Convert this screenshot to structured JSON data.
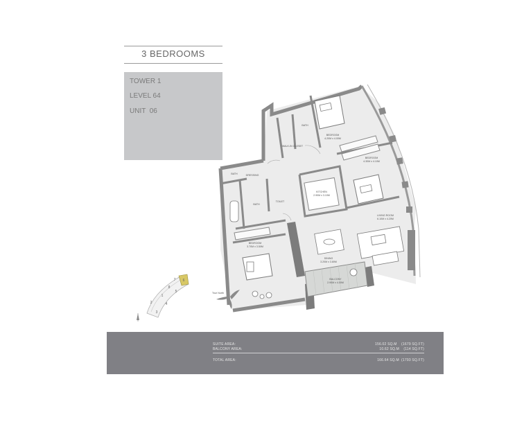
{
  "header": {
    "title": "3 BEDROOMS"
  },
  "unit_info": {
    "tower": "TOWER 1",
    "level": "LEVEL 64",
    "unit": "UNIT  06"
  },
  "floor_plan": {
    "rooms": [
      {
        "name": "BEDROOM",
        "dims": "4.20M x 4.00M"
      },
      {
        "name": "BEDROOM",
        "dims": "4.30M x 4.10M"
      },
      {
        "name": "BEDROOM",
        "dims": "3.70M x 3.50M"
      },
      {
        "name": "KITCHEN",
        "dims": "2.90M x 3.10M"
      },
      {
        "name": "LIVING ROOM",
        "dims": "6.10M x 4.20M"
      },
      {
        "name": "DINING",
        "dims": "3.20M x 3.80M"
      },
      {
        "name": "BALCONY",
        "dims": "2.90M x 4.00M"
      },
      {
        "name": "BATH"
      },
      {
        "name": "BATH"
      },
      {
        "name": "BATH"
      },
      {
        "name": "TOILET"
      },
      {
        "name": "DRESSING"
      },
      {
        "name": "WALK-IN CLOSET"
      }
    ],
    "north_label": "True North",
    "key_plan": {
      "units": [
        "1",
        "2",
        "3",
        "4",
        "5",
        "6",
        "7",
        "8"
      ],
      "highlighted_unit": "6",
      "highlight_color": "#d8c866"
    }
  },
  "areas": {
    "suite": {
      "label": "SUITE AREA:",
      "value": "156.02 SQ.M    (1679 SQ.FT)"
    },
    "balcony": {
      "label": "BALCONY AREA:",
      "value": "10.62 SQ.M    (114 SQ.FT)"
    },
    "total": {
      "label": "TOTAL AREA:",
      "value": "166.64 SQ.M  (1793 SQ.FT)"
    }
  },
  "colors": {
    "info_box": "#c7c8ca",
    "footer": "#808085",
    "wall": "#8a8a8a",
    "balcony_fill": "#d6d8d6"
  }
}
